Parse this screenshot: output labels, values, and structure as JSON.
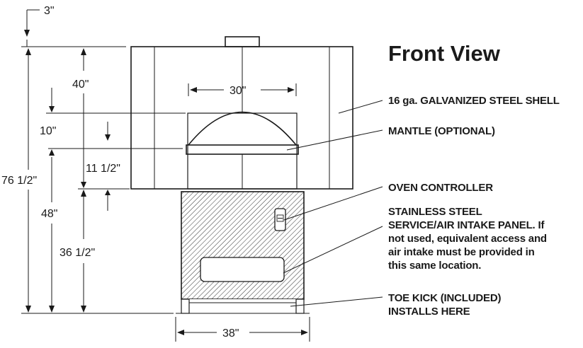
{
  "title": "Front View",
  "dimensions": {
    "flue_gap": "3\"",
    "hood_height": "40\"",
    "opening_width": "30\"",
    "dome_height": "10\"",
    "opening_to_base": "11 1/2\"",
    "overall_height": "76 1/2\"",
    "hood_base_height": "48\"",
    "stand_height": "36 1/2\"",
    "base_width": "38\""
  },
  "callouts": {
    "shell": "16 ga. GALVANIZED STEEL SHELL",
    "mantle": "MANTLE (OPTIONAL)",
    "controller": "OVEN CONTROLLER",
    "panel": [
      "STAINLESS STEEL",
      "SERVICE/AIR INTAKE PANEL. If",
      "not used, equivalent access and",
      "air intake must be provided in",
      "this same location."
    ],
    "toe_kick": [
      "TOE KICK (INCLUDED)",
      "INSTALLS HERE"
    ]
  },
  "colors": {
    "line": "#1a1a1a",
    "background": "#ffffff"
  }
}
